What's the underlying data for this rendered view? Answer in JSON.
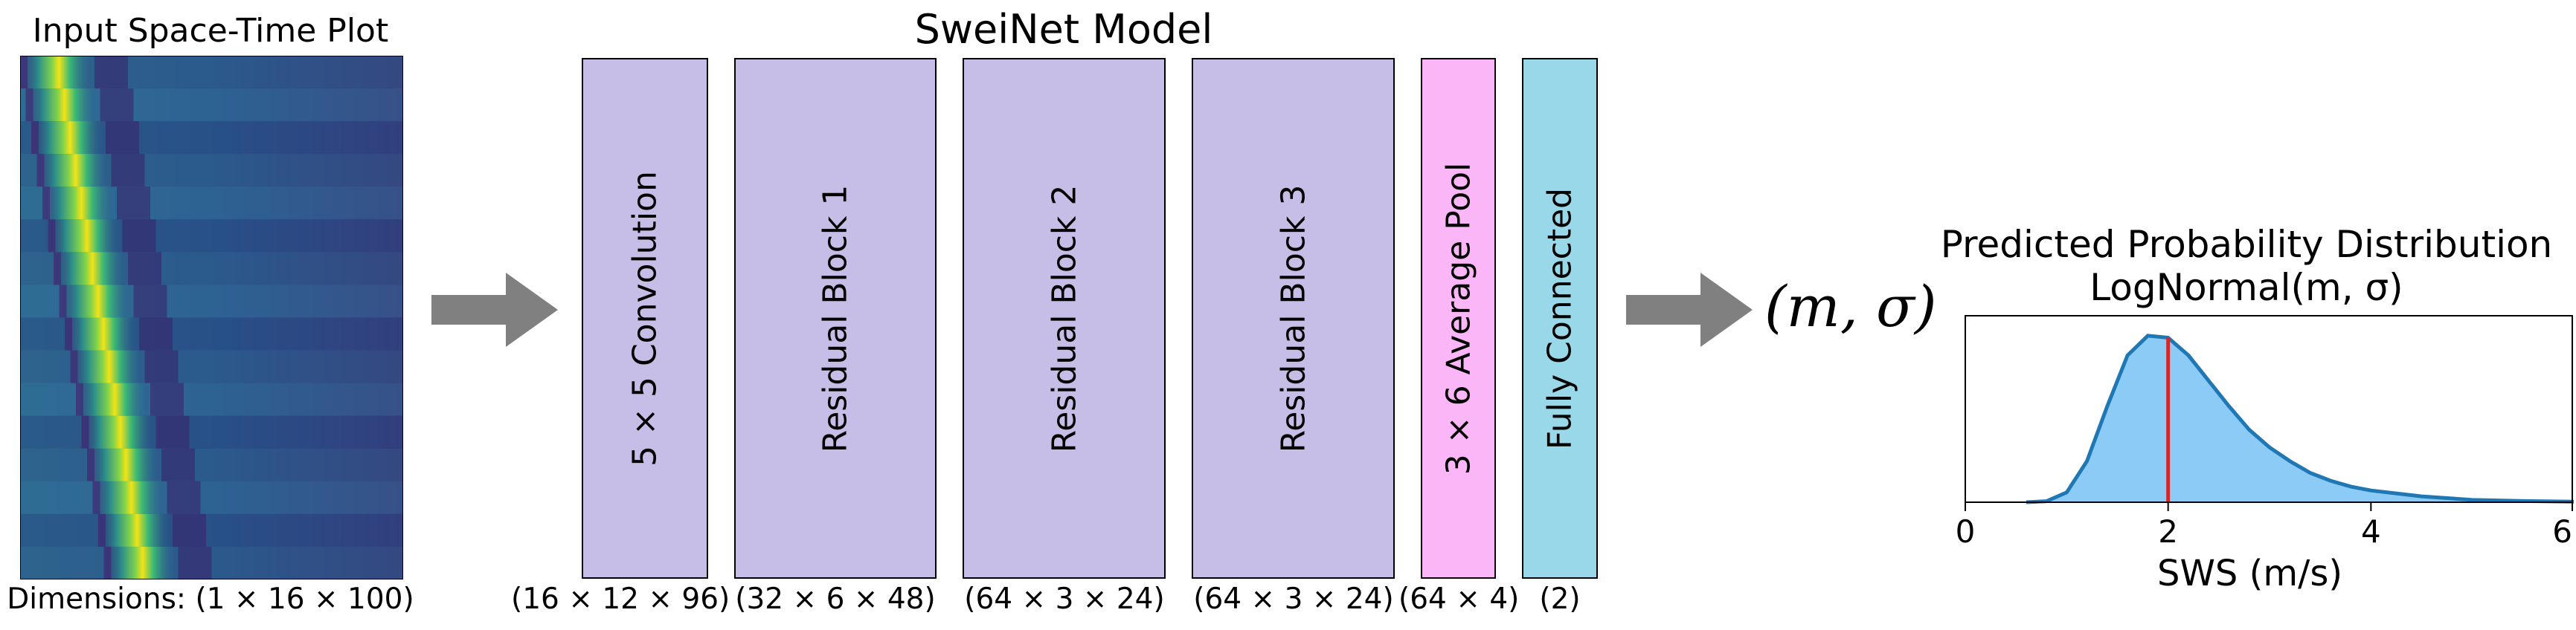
{
  "input_panel": {
    "title": "Input Space-Time Plot",
    "dimensions": "Dimensions: (1 × 16 × 100)"
  },
  "model": {
    "title": "SweiNet Model",
    "blocks": [
      {
        "label": "5 × 5 Convolution",
        "dims": "(16 × 12 × 96)",
        "color": "#c6bee6"
      },
      {
        "label": "Residual Block 1",
        "dims": "(32 × 6 × 48)",
        "color": "#c6bee6"
      },
      {
        "label": "Residual Block 2",
        "dims": "(64 × 3 × 24)",
        "color": "#c6bee6"
      },
      {
        "label": "Residual Block 3",
        "dims": "(64 × 3 × 24)",
        "color": "#c6bee6"
      },
      {
        "label": "3 × 6 Average Pool",
        "dims": "(64 × 4)",
        "color": "#fbb6f7"
      },
      {
        "label": "Fully Connected",
        "dims": "(2)",
        "color": "#98d8e8"
      }
    ]
  },
  "output": {
    "params": "(m, σ)"
  },
  "distribution": {
    "title_line1": "Predicted Probability Distribution",
    "title_line2": "LogNormal(m, σ)",
    "xlabel": "SWS (m/s)",
    "xticks": [
      "0",
      "2",
      "4",
      "6"
    ]
  },
  "chart_data": {
    "type": "area",
    "title": "Predicted Probability Distribution LogNormal(m, σ)",
    "xlabel": "SWS (m/s)",
    "ylabel": "",
    "xlim": [
      0,
      6
    ],
    "xticks": [
      0,
      2,
      4,
      6
    ],
    "distribution": "lognormal",
    "mode": 1.85,
    "marker_x": 2.0,
    "series": [
      {
        "x": [
          0.6,
          0.8,
          1.0,
          1.2,
          1.4,
          1.6,
          1.8,
          2.0,
          2.2,
          2.4,
          2.6,
          2.8,
          3.0,
          3.2,
          3.4,
          3.6,
          3.8,
          4.0,
          4.5,
          5.0,
          5.5,
          6.0
        ],
        "values": [
          0.0,
          0.005,
          0.05,
          0.21,
          0.49,
          0.75,
          0.85,
          0.84,
          0.75,
          0.62,
          0.49,
          0.37,
          0.28,
          0.21,
          0.15,
          0.11,
          0.08,
          0.06,
          0.03,
          0.012,
          0.006,
          0.003
        ]
      }
    ],
    "colors": {
      "fill": "#8ccbf6",
      "line": "#1f77b4",
      "marker": "#d62728"
    }
  }
}
